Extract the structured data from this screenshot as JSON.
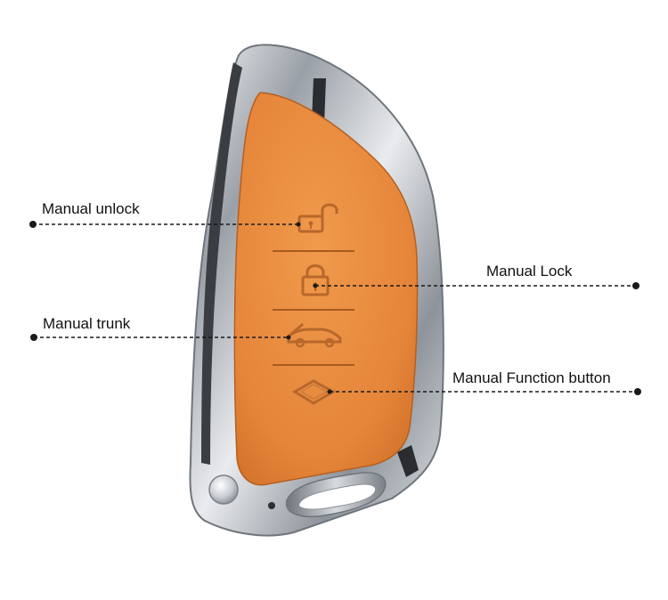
{
  "callouts": {
    "unlock": "Manual unlock",
    "lock": "Manual Lock",
    "trunk": "Manual trunk",
    "function": "Manual Function button"
  },
  "colors": {
    "leather": "#e8893c",
    "chrome": "#c9cdd2",
    "leader": "#1a1a1a",
    "icon": "#b7672a"
  },
  "icons": [
    "unlock-icon",
    "lock-icon",
    "car-trunk-icon",
    "diamond-function-icon"
  ]
}
